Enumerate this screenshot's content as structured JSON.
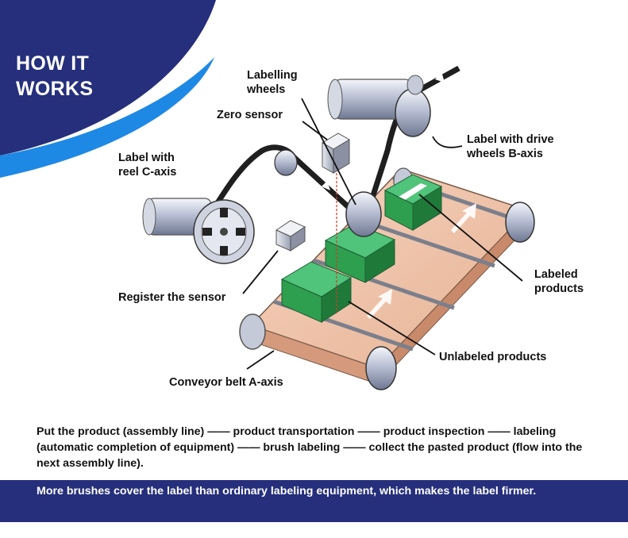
{
  "header": {
    "title_line1": "HOW IT",
    "title_line2": "WORKS"
  },
  "labels": {
    "labelling_wheels": [
      "Labelling",
      "wheels"
    ],
    "zero_sensor": "Zero sensor",
    "label_reel": [
      "Label with",
      "reel C-axis"
    ],
    "label_drive": [
      "Label with drive",
      "wheels B-axis"
    ],
    "register_sensor": "Register the sensor",
    "labeled_products": [
      "Labeled",
      "products"
    ],
    "unlabeled_products": "Unlabeled products",
    "conveyor_belt": "Conveyor belt A-axis"
  },
  "steps_text": "Put the product (assembly line) —— product transportation —— product inspection —— labeling (automatic completion of equipment) —— brush labeling —— collect the pasted product (flow into the next assembly line).",
  "footer_text": "More brushes cover the label than ordinary labeling equipment, which makes the label firmer.",
  "colors": {
    "brand_navy": "#252f7c",
    "accent_blue": "#1e88e5",
    "belt": "#f0c6ad",
    "product_green": "#2e9e4f"
  }
}
